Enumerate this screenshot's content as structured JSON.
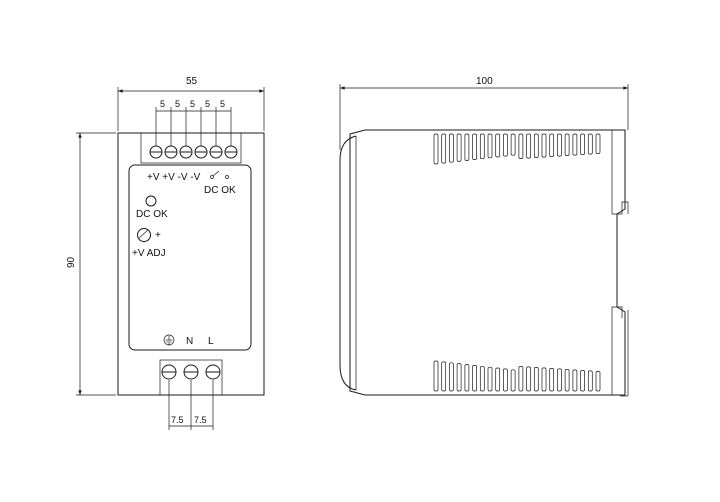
{
  "front_view": {
    "width_dim": "55",
    "height_dim": "90",
    "terminal_pitch_top": [
      "5",
      "5",
      "5",
      "5",
      "5"
    ],
    "terminal_pitch_bottom": [
      "7.5",
      "7.5"
    ],
    "output_labels": "+V +V -V -V",
    "dc_ok_contact_label": "DC OK",
    "dc_ok_led_label": "DC OK",
    "adj_plus": "+",
    "adj_label": "+V ADJ",
    "input_n": "N",
    "input_l": "L"
  },
  "side_view": {
    "depth_dim": "100"
  }
}
